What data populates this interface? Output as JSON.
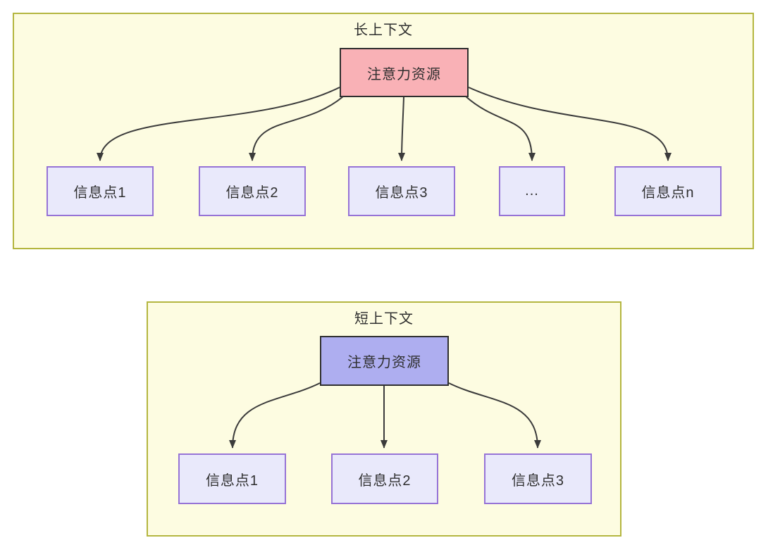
{
  "long_context": {
    "title": "长上下文",
    "attention_label": "注意力资源",
    "info_nodes": [
      "信息点1",
      "信息点2",
      "信息点3",
      "...",
      "信息点n"
    ]
  },
  "short_context": {
    "title": "短上下文",
    "attention_label": "注意力资源",
    "info_nodes": [
      "信息点1",
      "信息点2",
      "信息点3"
    ]
  },
  "colors": {
    "container_fill": "#fdfce1",
    "container_border": "#b4b63f",
    "attention_long_fill": "#f9b1b6",
    "attention_short_fill": "#aeaef0",
    "node_border_dark": "#2f2f2f",
    "info_fill": "#e9e9fb",
    "info_border": "#9673d6",
    "arrow_color": "#3b3b3b"
  }
}
